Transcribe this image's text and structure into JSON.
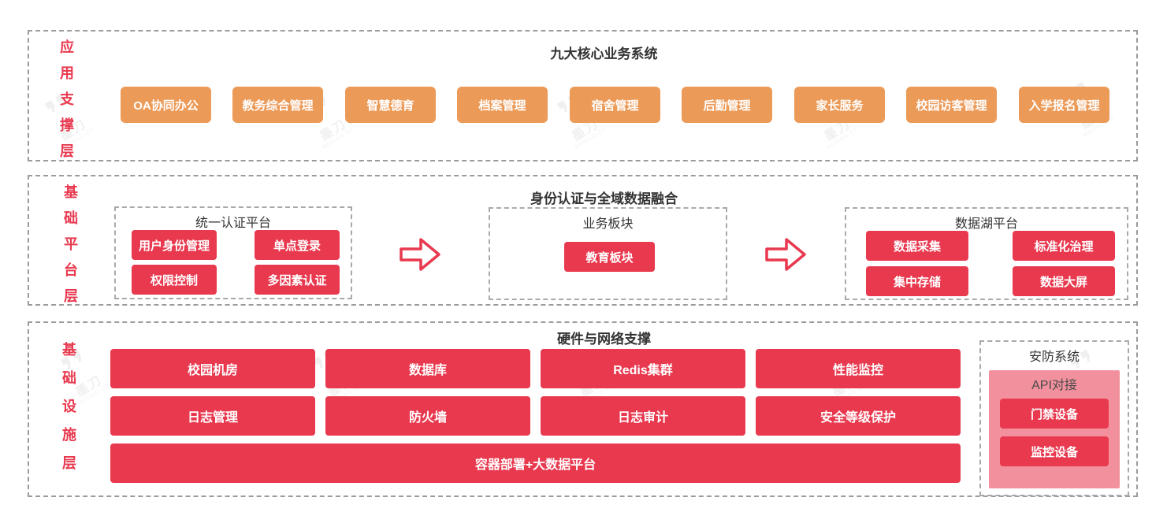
{
  "colors": {
    "red": "#E8394F",
    "orange": "#EC9A57",
    "pink": "#F2919D",
    "border": "#9B9B9B",
    "text": "#333333"
  },
  "watermark": {
    "logo_glyph": "❜❜",
    "brand": "墨刀",
    "url": "MODAO.CC"
  },
  "app_layer": {
    "label": "应用支撑层",
    "title": "九大核心业务系统",
    "buttons": [
      "OA协同办公",
      "教务综合管理",
      "智慧德育",
      "档案管理",
      "宿舍管理",
      "后勤管理",
      "家长服务",
      "校园访客管理",
      "入学报名管理"
    ]
  },
  "platform_layer": {
    "label": "基础平台层",
    "title": "身份认证与全域数据融合",
    "auth_platform": {
      "title": "统一认证平台",
      "buttons": [
        "用户身份管理",
        "单点登录",
        "权限控制",
        "多因素认证"
      ]
    },
    "business_section": {
      "title": "业务板块",
      "buttons": [
        "教育板块"
      ]
    },
    "data_lake": {
      "title": "数据湖平台",
      "buttons": [
        "数据采集",
        "标准化治理",
        "集中存储",
        "数据大屏"
      ]
    }
  },
  "infra_layer": {
    "label": "基础设施层",
    "title": "硬件与网络支撑",
    "buttons_row1": [
      "校园机房",
      "数据库",
      "Redis集群",
      "性能监控"
    ],
    "buttons_row2": [
      "日志管理",
      "防火墙",
      "日志审计",
      "安全等级保护"
    ],
    "wide_button": "容器部署+大数据平台",
    "security_system": {
      "title": "安防系统",
      "api_title": "API对接",
      "buttons": [
        "门禁设备",
        "监控设备"
      ]
    }
  }
}
